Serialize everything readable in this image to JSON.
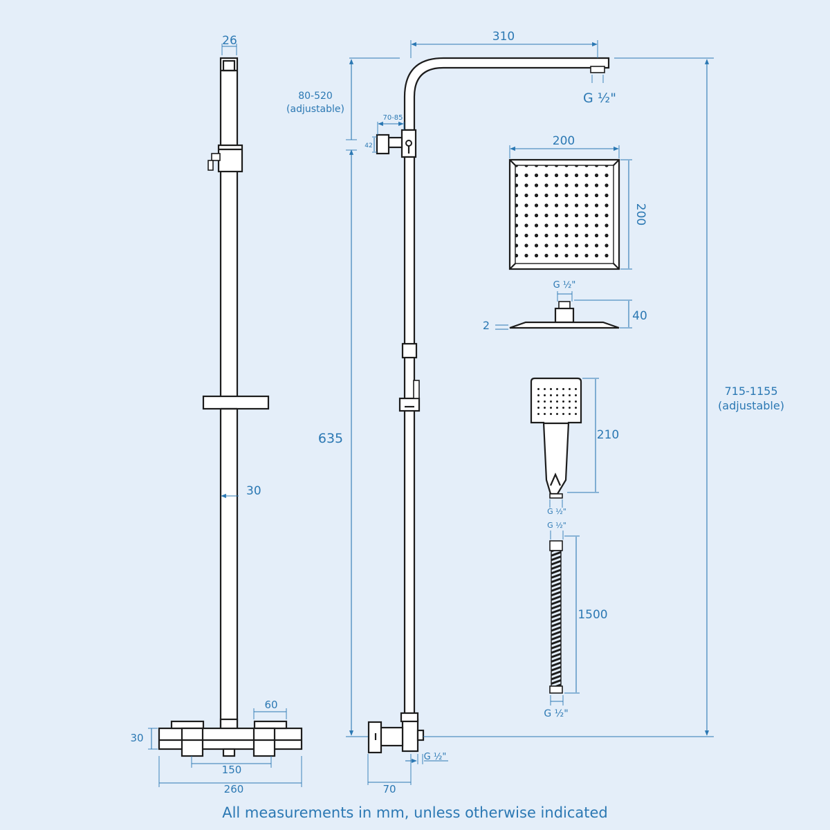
{
  "labels": {
    "bar_width": "26",
    "arm_length": "310",
    "head_width": "200",
    "head_height": "200",
    "head_depth": "40",
    "plate_thickness": "2",
    "head_thread": "G ½\"",
    "arm_thread": "G ½\"",
    "adjust_range": "80-520",
    "adjust_range_note": "(adjustable)",
    "bracket_offset": "70-85",
    "bracket_height": "42",
    "rail_height": "635",
    "rail_diameter": "30",
    "total_height": "715-1155",
    "total_height_note": "(adjustable)",
    "handset_length": "210",
    "handset_thread": "G ½\"",
    "hose_thread_top": "G ½\"",
    "hose_length": "1500",
    "hose_thread_bottom": "G ½\"",
    "control_width": "60",
    "valve_height": "30",
    "valve_centres": "150",
    "valve_width": "260",
    "valve_depth": "70",
    "outlet_thread": "G ½\""
  },
  "caption": "All measurements in mm, unless otherwise indicated",
  "colors": {
    "background": "#e4eef9",
    "dimension": "#2b78b3",
    "outline": "#1c1c1c"
  }
}
